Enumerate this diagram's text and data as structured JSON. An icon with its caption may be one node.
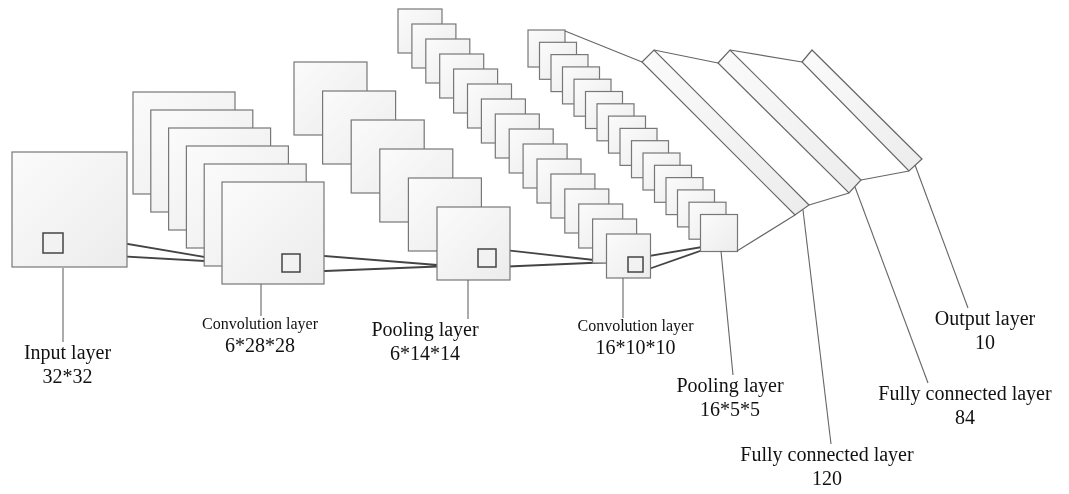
{
  "diagram": {
    "nodes": [
      {
        "text": [],
        "shape": "box"
      },
      {
        "text": [],
        "shape": "box"
      },
      {
        "text": [],
        "shape": "box"
      },
      {
        "text": [],
        "shape": "box"
      },
      {
        "text": [],
        "shape": "box"
      },
      {
        "text": [],
        "shape": "bar"
      },
      {
        "text": [],
        "shape": "bar"
      },
      {
        "text": [],
        "shape": "bar"
      },
      {
        "text": [
          "Input layer",
          "32*32"
        ]
      },
      {
        "text": [
          "Convolution layer",
          "6*28*28"
        ]
      },
      {
        "text": [
          "Pooling layer",
          "6*14*14"
        ]
      },
      {
        "text": [
          "Convolution layer",
          "16*10*10"
        ]
      },
      {
        "text": [
          "Pooling layer",
          "16*5*5"
        ]
      },
      {
        "text": [
          "Fully connected layer",
          "120"
        ]
      },
      {
        "text": [
          "Fully connected layer",
          "84"
        ]
      },
      {
        "text": [
          "Output layer",
          "10"
        ]
      }
    ],
    "edges": [
      {
        "from": 8,
        "to": 0,
        "arrow": "none"
      },
      {
        "from": 9,
        "to": 1,
        "arrow": "none"
      },
      {
        "from": 10,
        "to": 2,
        "arrow": "none"
      },
      {
        "from": 11,
        "to": 3,
        "arrow": "none"
      },
      {
        "from": 12,
        "to": 4,
        "arrow": "none"
      },
      {
        "from": 13,
        "to": 5,
        "arrow": "none"
      },
      {
        "from": 14,
        "to": 6,
        "arrow": "none"
      },
      {
        "from": 15,
        "to": 7,
        "arrow": "none"
      }
    ]
  }
}
